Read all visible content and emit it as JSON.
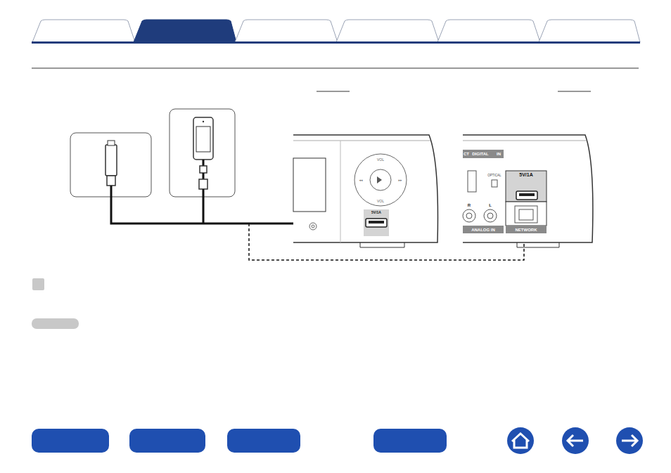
{
  "diagram": {
    "nodes": [
      {
        "text": [
          "5V/1A"
        ]
      },
      {
        "text": [
          "5V/1A"
        ]
      }
    ],
    "labels": [
      "VOL",
      "VOL",
      "CT",
      "DIGITAL",
      "IN",
      "OPTICAL",
      "R",
      "L",
      "ANALOG IN",
      "NETWORK"
    ]
  }
}
